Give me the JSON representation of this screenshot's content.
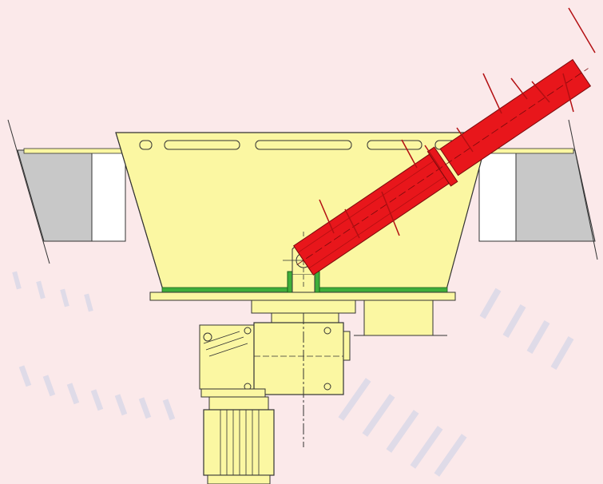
{
  "drawing": {
    "colors": {
      "background": "#fbe9ea",
      "body_yellow": "#fbf7a2",
      "outline": "#333333",
      "wall_gray": "#c8c8c8",
      "arm_red": "#e8161b",
      "seal_green": "#3fae3a",
      "watermark": "#c9cfe6"
    },
    "components": [
      "left-wall-block",
      "right-wall-block",
      "hopper-body",
      "hopper-slots",
      "bottom-flange",
      "green-seal-strip",
      "pivot-bracket",
      "agitator-arm",
      "spring-tines",
      "gearbox",
      "drive-shaft",
      "electric-motor",
      "discharge-chute"
    ]
  }
}
